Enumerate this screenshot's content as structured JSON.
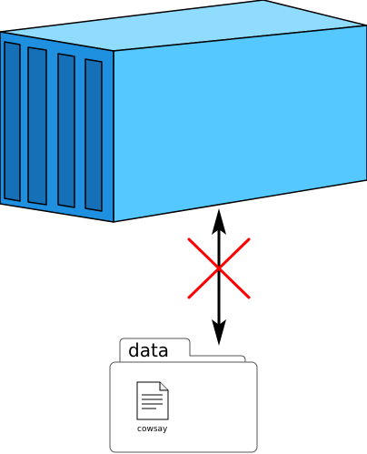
{
  "folder": {
    "label": "data"
  },
  "file": {
    "label": "cowsay",
    "icon": "document-icon"
  },
  "connection": {
    "type": "bidirectional-arrow",
    "status": "blocked",
    "blocked_marker": "cross-icon"
  },
  "colors": {
    "container_front": "#1f8fe0",
    "container_side": "#55c8ff",
    "container_top": "#8fdcff",
    "container_ribs": "#1570b8",
    "arrow": "#000000",
    "cross": "#ff0000",
    "folder_stroke": "#555555"
  }
}
